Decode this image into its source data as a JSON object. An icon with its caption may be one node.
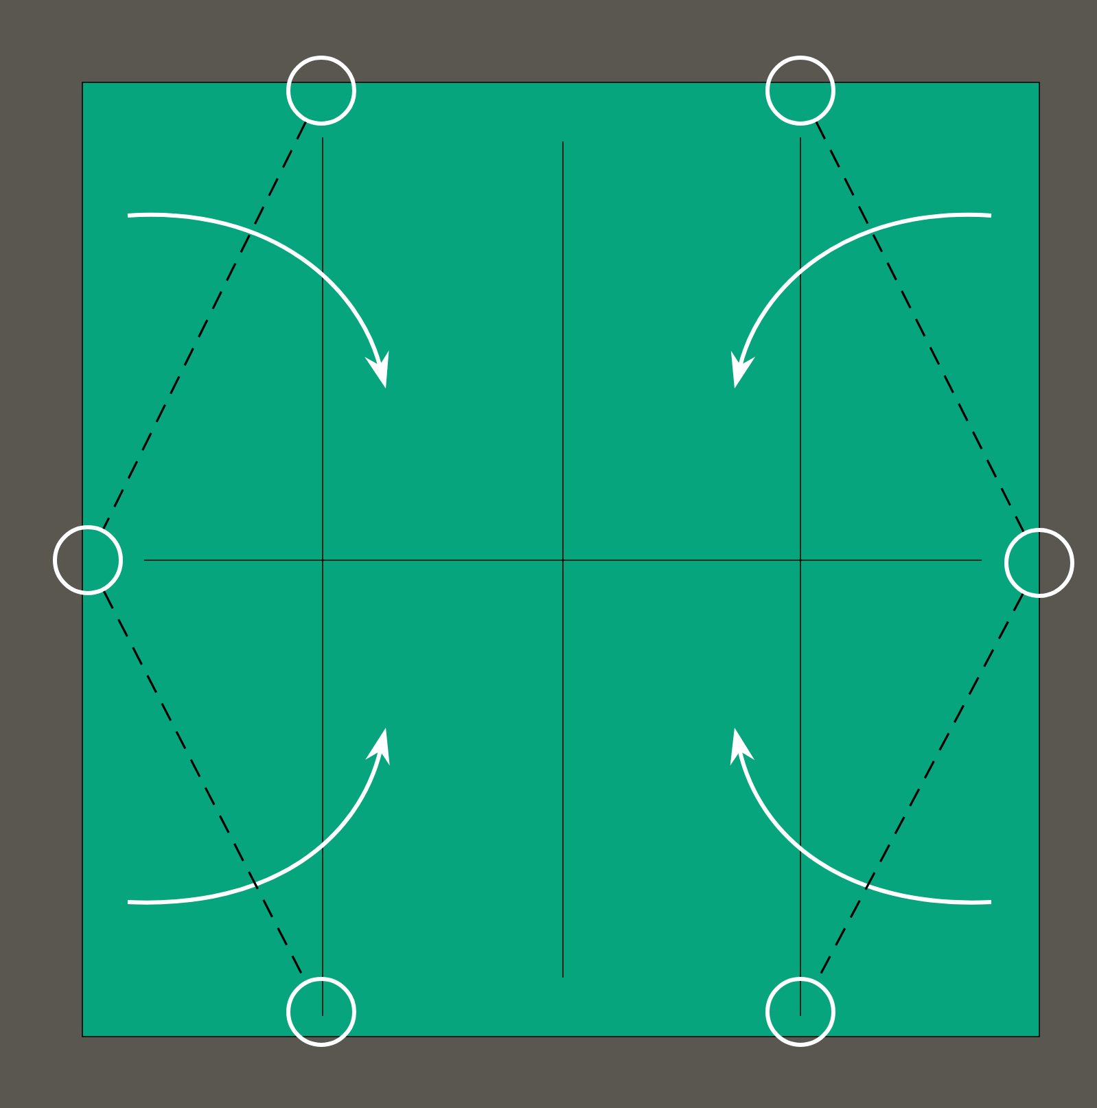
{
  "diagram": {
    "nodes": [
      {
        "text": [],
        "shape": "circle"
      },
      {
        "text": [],
        "shape": "circle"
      },
      {
        "text": [],
        "shape": "circle"
      },
      {
        "text": [],
        "shape": "circle"
      },
      {
        "text": [],
        "shape": "circle"
      },
      {
        "text": [],
        "shape": "circle"
      }
    ],
    "edges": [
      {
        "from": 0,
        "to": 2,
        "arrow": "none",
        "style": "dashed"
      },
      {
        "from": 2,
        "to": 4,
        "arrow": "none",
        "style": "dashed"
      },
      {
        "from": 1,
        "to": 3,
        "arrow": "none",
        "style": "dashed"
      },
      {
        "from": 3,
        "to": 5,
        "arrow": "none",
        "style": "dashed"
      }
    ]
  }
}
